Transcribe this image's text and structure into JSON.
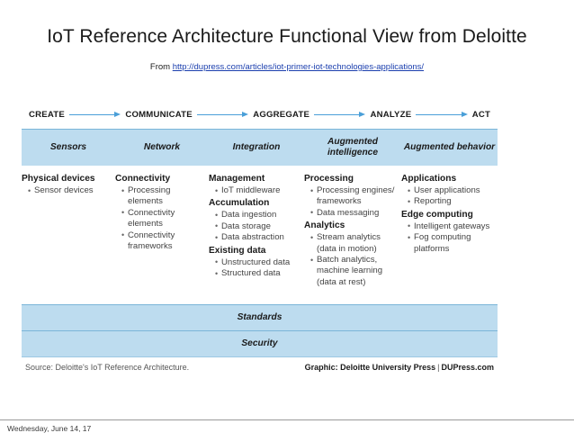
{
  "slide": {
    "title": "IoT Reference Architecture Functional View from Deloitte",
    "from_label": "From ",
    "source_url": "http://dupress.com/articles/iot-primer-iot-technologies-applications/",
    "date_footer": "Wednesday, June 14, 17"
  },
  "graphic": {
    "stages": [
      {
        "label": "CREATE"
      },
      {
        "label": "COMMUNICATE"
      },
      {
        "label": "AGGREGATE"
      },
      {
        "label": "ANALYZE"
      },
      {
        "label": "ACT"
      }
    ],
    "band_headers": [
      "Sensors",
      "Network",
      "Integration",
      "Augmented intelligence",
      "Augmented behavior"
    ],
    "columns": [
      {
        "groups": [
          {
            "heading": "Physical devices",
            "items": [
              "Sensor devices"
            ]
          }
        ]
      },
      {
        "groups": [
          {
            "heading": "Connectivity",
            "items": [
              "Processing elements",
              "Connectivity elements",
              "Connectivity frameworks"
            ]
          }
        ]
      },
      {
        "groups": [
          {
            "heading": "Management",
            "items": [
              "IoT middleware"
            ]
          },
          {
            "heading": "Accumulation",
            "items": [
              "Data ingestion",
              "Data storage",
              "Data abstraction"
            ]
          },
          {
            "heading": "Existing data",
            "items": [
              "Unstructured data",
              "Structured data"
            ]
          }
        ]
      },
      {
        "groups": [
          {
            "heading": "Processing",
            "items": [
              "Processing engines/ frameworks",
              "Data messaging"
            ]
          },
          {
            "heading": "Analytics",
            "items": [
              "Stream analytics (data in motion)",
              "Batch analytics, machine learning (data at rest)"
            ]
          }
        ]
      },
      {
        "groups": [
          {
            "heading": "Applications",
            "items": [
              "User applications",
              "Reporting"
            ]
          },
          {
            "heading": "Edge computing",
            "items": [
              "Intelligent gateways",
              "Fog computing platforms"
            ]
          }
        ]
      }
    ],
    "cross_bands": [
      "Standards",
      "Security"
    ],
    "credit": {
      "source": "Source: Deloitte's IoT Reference Architecture.",
      "graphic_label": "Graphic: Deloitte University Press",
      "separator": "|",
      "site": "DUPress.com"
    }
  },
  "colors": {
    "band_blue": "#bddcef",
    "band_border": "#7ab5d8",
    "arrow_blue": "#4a9fd8",
    "link_blue": "#1b3fae"
  }
}
